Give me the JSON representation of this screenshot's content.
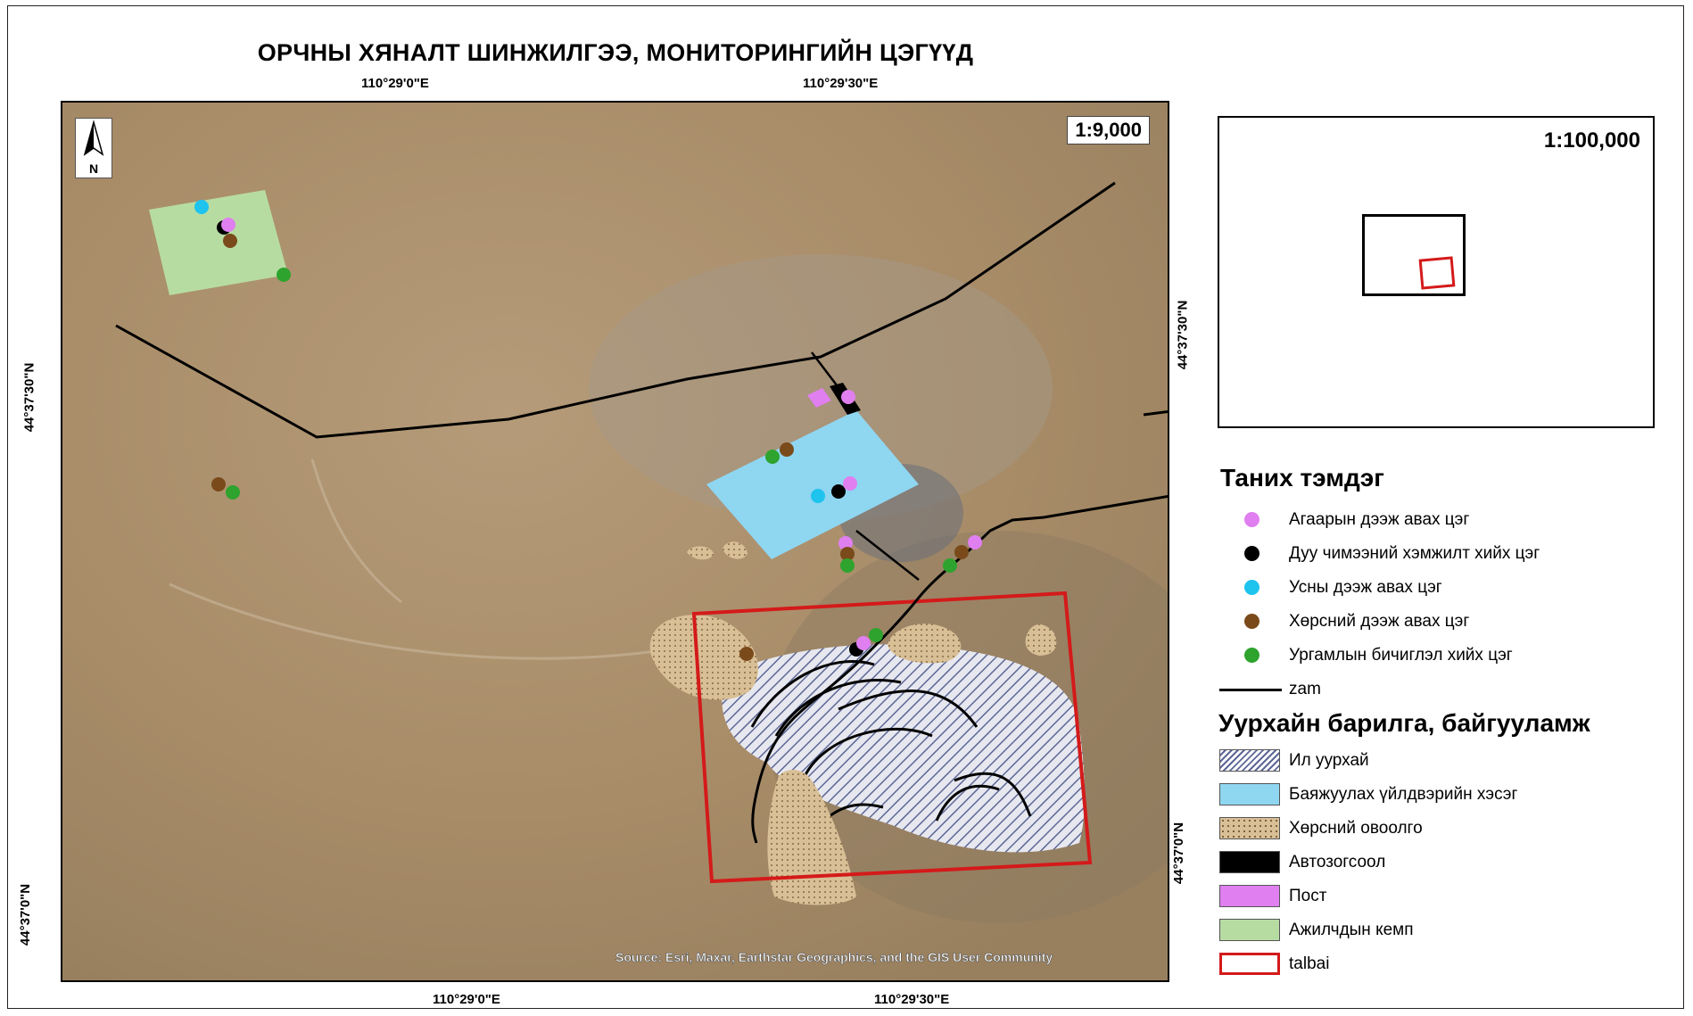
{
  "title": "ОРЧНЫ ХЯНАЛТ ШИНЖИЛГЭЭ, МОНИТОРИНГИЙН ЦЭГҮҮД",
  "coordinates": {
    "top_left": "110°29'0\"E",
    "top_right": "110°29'30\"E",
    "bottom_left": "110°29'0\"E",
    "bottom_right": "110°29'30\"E",
    "left_upper": "44°37'30\"N",
    "left_lower": "44°37'0\"N",
    "right_upper": "44°37'30\"N",
    "right_lower": "44°37'0\"N"
  },
  "map": {
    "scale": "1:9,000",
    "north_label": "N",
    "source": "Source: Esri, Maxar, Earthstar Geographics, and the GIS User Community"
  },
  "inset": {
    "scale": "1:100,000"
  },
  "legend": {
    "title": "Таних тэмдэг",
    "points": [
      {
        "label": "Агаарын дээж авах цэг",
        "color": "#e07ff0"
      },
      {
        "label": "Дуу чимээний хэмжилт хийх цэг",
        "color": "#000000"
      },
      {
        "label": "Усны дээж авах цэг",
        "color": "#1ec3ee"
      },
      {
        "label": "Хөрсний дээж авах цэг",
        "color": "#7a4a1a"
      },
      {
        "label": "Ургамлын бичиглэл хийх цэг",
        "color": "#2ea32e"
      }
    ],
    "road_label": "zam",
    "infra_title": "Уурхайн барилга, байгууламж",
    "areas": [
      {
        "label": "Ил уурхай",
        "style": "hatch"
      },
      {
        "label": "Баяжуулах үйлдвэрийн хэсэг",
        "color": "#8fd6f1"
      },
      {
        "label": "Хөрсний овоолго",
        "style": "dots"
      },
      {
        "label": "Автозогсоол",
        "color": "#000000"
      },
      {
        "label": "Пост",
        "color": "#e07ff0"
      },
      {
        "label": "Ажилчдын кемп",
        "color": "#b7dca2"
      },
      {
        "label": "talbai",
        "style": "outline",
        "color": "#d41a1a"
      }
    ]
  }
}
